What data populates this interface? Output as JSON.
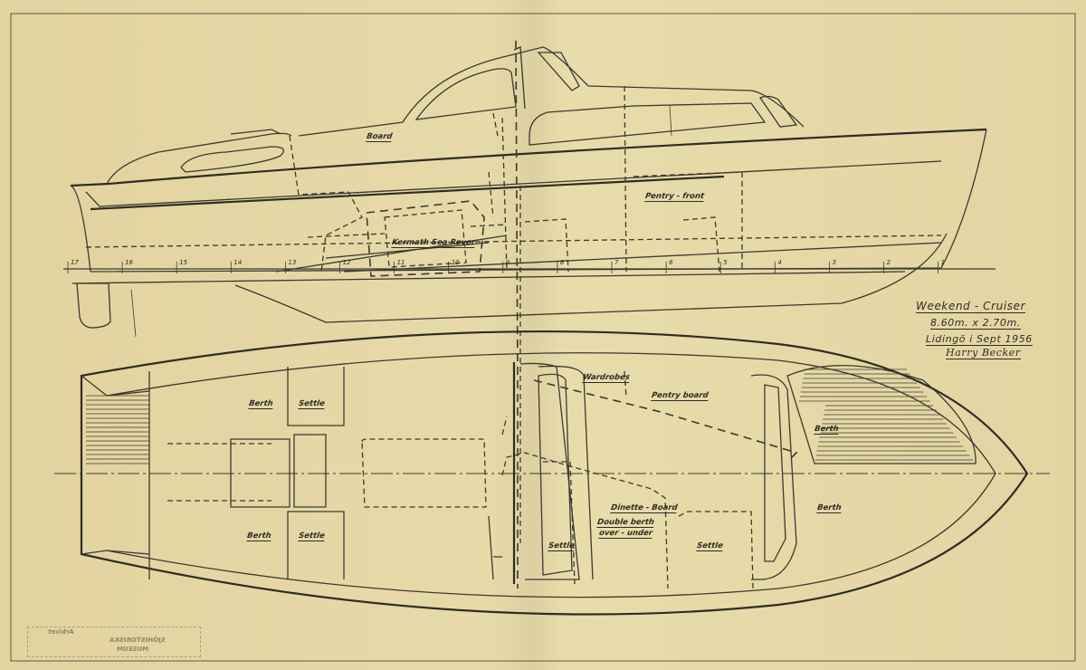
{
  "title_block": {
    "name": "Weekend - Cruiser",
    "dimensions": "8.60m. x 2.70m.",
    "place_date": "Lidingö i Sept 1956",
    "signature": "Harry Becker"
  },
  "profile_labels": {
    "board": "Board",
    "pentry_front": "Pentry - front",
    "engine": "Kermath Sea Rover"
  },
  "stations": [
    "17",
    "16",
    "15",
    "14",
    "13",
    "12",
    "11",
    "10",
    "9",
    "8",
    "7",
    "6",
    "5",
    "4",
    "3",
    "2",
    "1"
  ],
  "plan_labels": {
    "berth_aft_top": "Berth",
    "settle_aft_top": "Settle",
    "berth_aft_bottom": "Berth",
    "settle_aft_bottom": "Settle",
    "wardrobes": "Wardrobes",
    "pentry_board": "Pentry board",
    "berth_fwd_top": "Berth",
    "dinette": "Dinette - Board",
    "double_berth": "Double berth",
    "over_under": "over - under",
    "settle_mid": "Settle",
    "settle_fwd": "Settle",
    "berth_fwd_bottom": "Berth"
  },
  "stamp": {
    "line1": "Arkivet",
    "line2": "SJÖHISTORISKA",
    "line3": "MUSEUM"
  },
  "colors": {
    "paper": "#e4d6a3",
    "ink": "#3b3a30"
  }
}
